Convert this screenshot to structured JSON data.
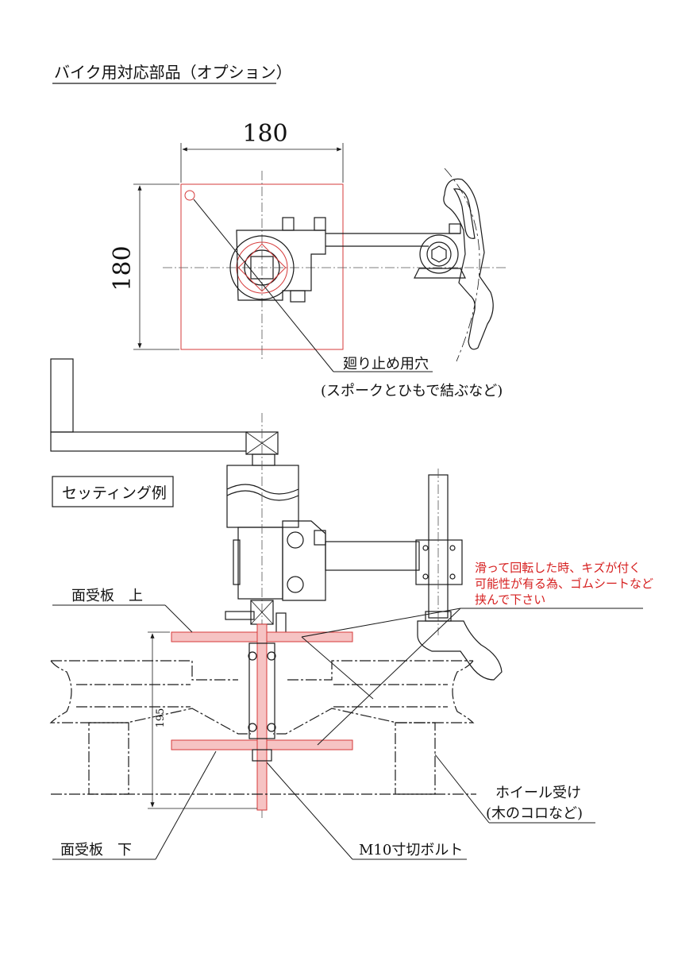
{
  "title": "バイク用対応部品（オプション）",
  "top_view": {
    "dim_width": "180",
    "dim_height": "180",
    "hole_note_line1": "廻り止め用穴",
    "hole_note_line2": "(スポークとひもで結ぶなど)"
  },
  "setting_example": {
    "box_label": "セッティング例",
    "upper_plate": "面受板　上",
    "lower_plate": "面受板　下",
    "dim_195": "195",
    "warning_line1": "滑って回転した時、キズが付く",
    "warning_line2": "可能性が有る為、ゴムシートなど",
    "warning_line3": "挟んで下さい",
    "wheel_support_line1": "ホイール受け",
    "wheel_support_line2": "(木のコロなど)",
    "bolt": "M10寸切ボルト"
  },
  "colors": {
    "line": "#1a1a1a",
    "red_part": "#d63a3a",
    "red_fill": "#f6c3c3",
    "warning_text": "#d62020"
  }
}
